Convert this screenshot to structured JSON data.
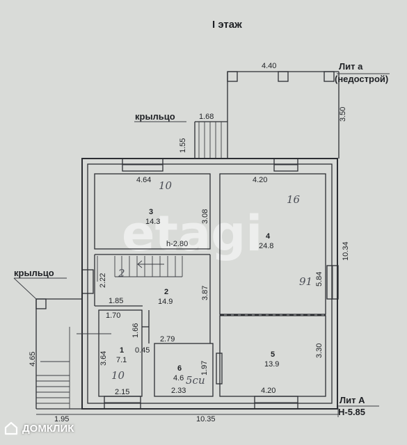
{
  "floor_title": "I этаж",
  "labels": {
    "lit_a_small": "Лит а",
    "unfinished": "(недострой)",
    "porch_top": "крыльцо",
    "porch_left": "крыльцо",
    "lit_a_big": "Лит А",
    "height": "Н-5.85",
    "h_mark": "h-2.80"
  },
  "dimensions": {
    "annex_width": "4.40",
    "annex_depth": "3.50",
    "porch_top_width": "1.68",
    "porch_top_depth": "1.55",
    "room3_width": "4.64",
    "room3_depth": "3.08",
    "room4_width": "4.20",
    "right_side": "10.34",
    "room4_depth": "5.84",
    "room2_a": "2.22",
    "room2_width": "1.85",
    "room2_depth": "3.87",
    "closet_width": "1.70",
    "closet_depth": "1.66",
    "hall_width": "2.79",
    "room1_depth": "3.64",
    "room1_gap": "0.45",
    "room6_depth": "1.97",
    "room5_depth": "3.30",
    "room1_width": "2.15",
    "room6_width": "2.33",
    "room5_width": "4.20",
    "porch_left_depth": "4.65",
    "porch_left_width": "1.95",
    "total_width": "10.35"
  },
  "rooms": [
    {
      "num": "3",
      "area": "14.3"
    },
    {
      "num": "4",
      "area": "24.8"
    },
    {
      "num": "2",
      "area": "14.9"
    },
    {
      "num": "1",
      "area": "7.1"
    },
    {
      "num": "6",
      "area": "4.6"
    },
    {
      "num": "5",
      "area": "13.9"
    }
  ],
  "handwriting": {
    "room3": "10",
    "room4": "16",
    "room4_low": "91",
    "room2": "2",
    "room1": "10",
    "room6": "5си"
  },
  "watermark": "etagi",
  "badge": "ДОМКЛИК",
  "colors": {
    "paper": "#d9dbd8",
    "ink": "#2c2e33",
    "handwriting": "#4a4d55"
  }
}
